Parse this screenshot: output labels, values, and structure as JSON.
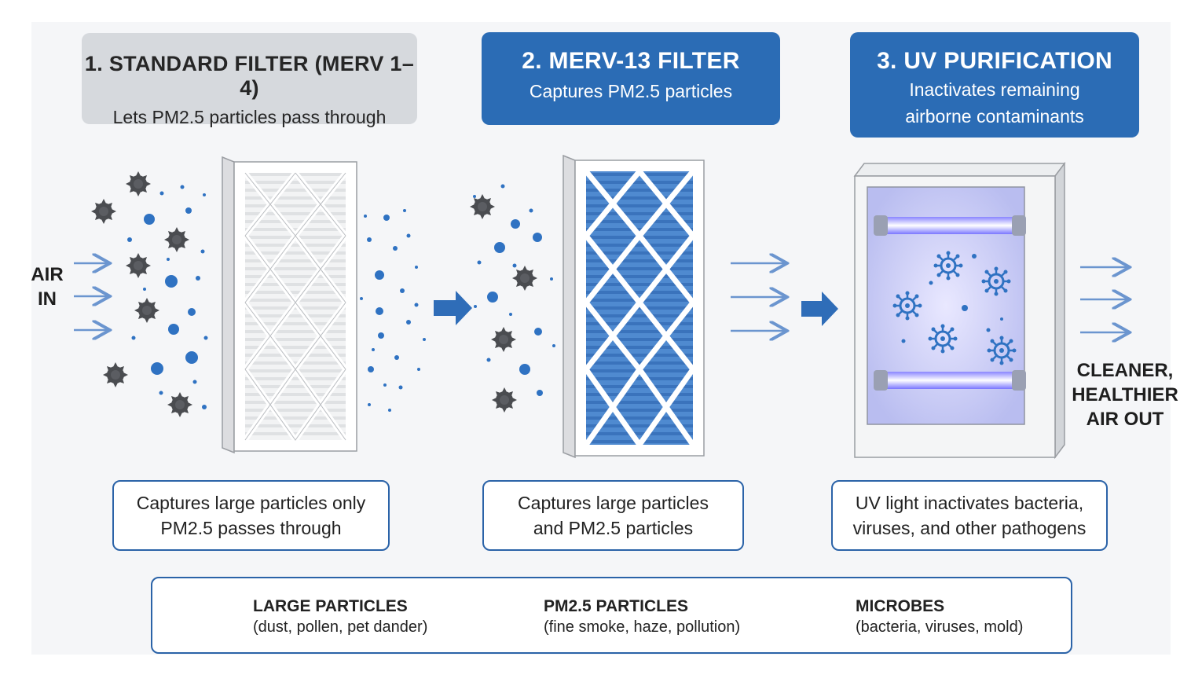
{
  "stages": [
    {
      "title": "1. STANDARD FILTER (MERV 1–4)",
      "subtitle": "Lets PM2.5 particles pass through",
      "caption_line1": "Captures large particles only",
      "caption_line2": "PM2.5 passes through"
    },
    {
      "title": "2. MERV-13 FILTER",
      "subtitle": "Captures PM2.5 particles",
      "caption_line1": "Captures large particles",
      "caption_line2": "and PM2.5 particles"
    },
    {
      "title": "3. UV PURIFICATION",
      "subtitle_line1": "Inactivates remaining",
      "subtitle_line2": "airborne contaminants",
      "caption_line1": "UV light inactivates bacteria,",
      "caption_line2": "viruses, and other pathogens"
    }
  ],
  "air_in": {
    "line1": "AIR",
    "line2": "IN"
  },
  "air_out": {
    "line1": "CLEANER,",
    "line2": "HEALTHIER",
    "line3": "AIR OUT"
  },
  "legend": [
    {
      "icon": "large-particle-icon",
      "title": "LARGE PARTICLES",
      "description": "(dust, pollen, pet dander)"
    },
    {
      "icon": "pm25-particle-icon",
      "title": "PM2.5 PARTICLES",
      "description": "(fine smoke, haze, pollution)"
    },
    {
      "icon": "microbe-icon",
      "title": "MICROBES",
      "description": "(bacteria, viruses, mold)"
    }
  ],
  "colors": {
    "accent": "#2b6cb5",
    "pm25": "#2f72c2",
    "large_particle": "#4a4c50",
    "uv_glow": "#7d7cff",
    "standard_header": "#d6d9dd"
  }
}
